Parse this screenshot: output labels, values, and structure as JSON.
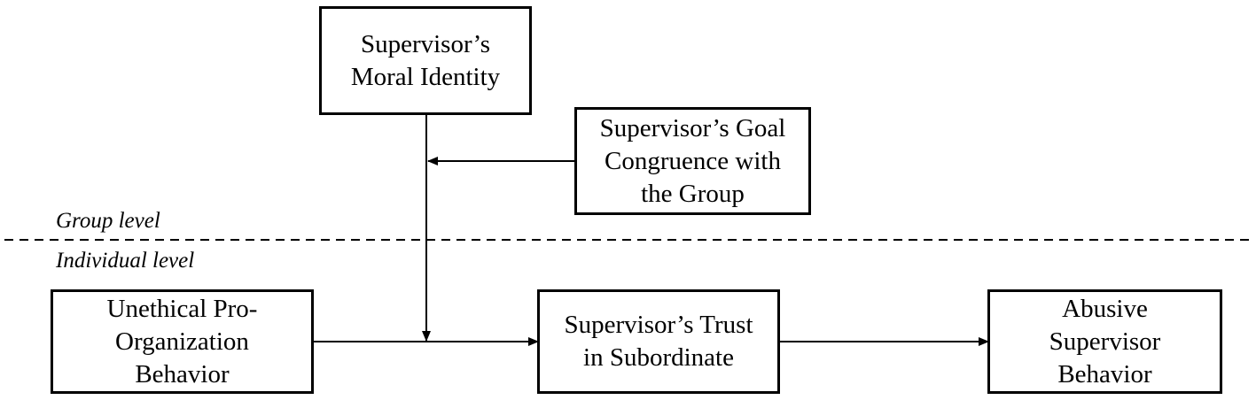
{
  "levels": {
    "group": "Group level",
    "individual": "Individual level"
  },
  "nodes": {
    "moral_identity": {
      "lines": [
        "Supervisor’s",
        "Moral Identity"
      ]
    },
    "goal_congruence": {
      "lines": [
        "Supervisor’s Goal",
        "Congruence with",
        "the Group"
      ]
    },
    "upb": {
      "lines": [
        "Unethical Pro-",
        "Organization",
        "Behavior"
      ]
    },
    "trust": {
      "lines": [
        "Supervisor’s Trust",
        "in Subordinate"
      ]
    },
    "abusive": {
      "lines": [
        "Abusive",
        "Supervisor",
        "Behavior"
      ]
    }
  },
  "colors": {
    "line": "#000000",
    "background": "#ffffff"
  }
}
